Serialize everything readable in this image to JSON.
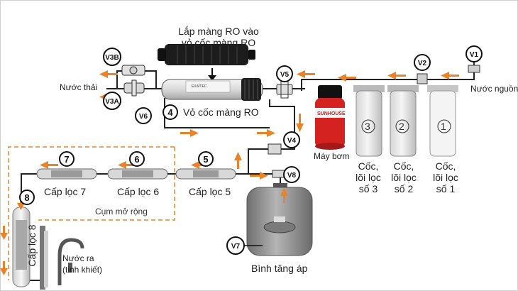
{
  "labels": {
    "ro_install": "Lắp màng RO vào",
    "ro_install2": "vỏ cốc màng RO",
    "waste_water": "Nước thải",
    "source_water": "Nước nguồn",
    "ro_housing": "Vỏ cốc màng RO",
    "pump": "Máy bơm",
    "filter7": "Cấp lọc 7",
    "filter6": "Cấp lọc 6",
    "filter5": "Cấp lọc 5",
    "filter8": "Cấp lọc 8",
    "expansion": "Cụm mở rộng",
    "output1": "Nước ra",
    "output2": "(tinh khiết)",
    "tank": "Bình tăng áp",
    "cup3_a": "Cốc,",
    "cup3_b": "lõi lọc",
    "cup3_c": "số 3",
    "cup2_a": "Cốc,",
    "cup2_b": "lõi lọc",
    "cup2_c": "số 2",
    "cup1_a": "Cốc,",
    "cup1_b": "lõi lọc",
    "cup1_c": "số 1",
    "pump_brand": "SUNHOUSE",
    "ro_brand": "FILMTEC"
  },
  "valves": {
    "v1": "V1",
    "v2": "V2",
    "v3a": "V3A",
    "v3b": "V3B",
    "v4": "V4",
    "v5": "V5",
    "v6": "V6",
    "v7": "V7",
    "v8": "V8"
  },
  "steps": {
    "s4": "4",
    "s5": "5",
    "s6": "6",
    "s7": "7",
    "s8": "8"
  },
  "cups": {
    "c1": "1",
    "c2": "2",
    "c3": "3"
  },
  "colors": {
    "arrow": "#e8832a",
    "pipe": "#222222",
    "dashed": "#e8832a",
    "tank": "#8e8e8e",
    "pump_red": "#d3221f"
  }
}
